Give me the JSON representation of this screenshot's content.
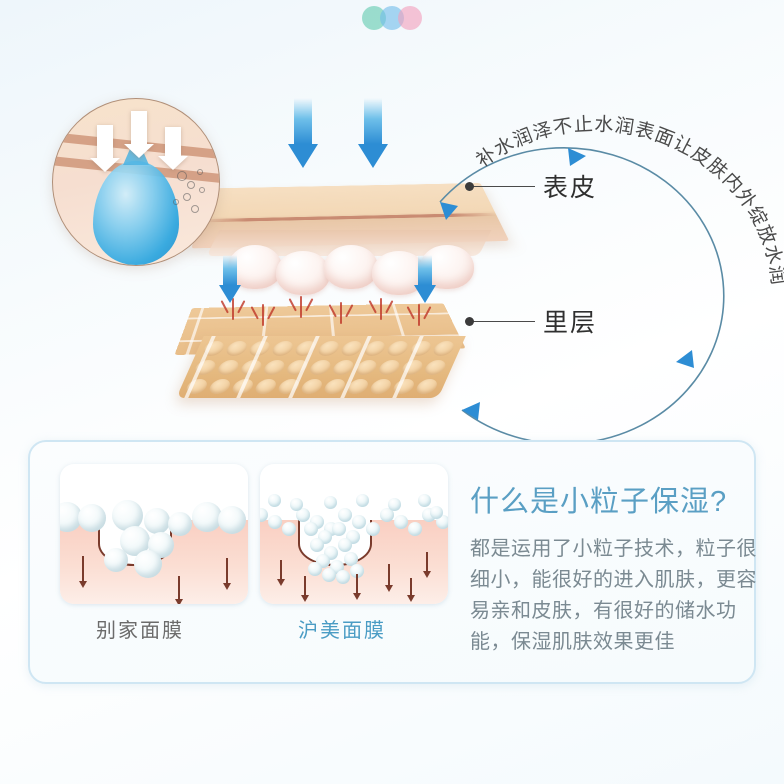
{
  "theme": {
    "accent_blue": "#2d8dd4",
    "soft_blue": "#5a9fc4",
    "body_gray": "#7b8a92",
    "label_dark": "#2f2f2f",
    "card_border": "#cfe6f3",
    "dot_green": "#63ccb0",
    "dot_blue": "#72bdea",
    "dot_pink": "#f2a0bd",
    "skin_beige": "#f3d8b6",
    "dermis_orange": "#e8bd88",
    "capillary_red": "#c0392b",
    "pore_outline": "#7a3b2c"
  },
  "top_dots": [
    {
      "name": "dot-green",
      "color": "#63ccb0"
    },
    {
      "name": "dot-blue",
      "color": "#72bdea"
    },
    {
      "name": "dot-pink",
      "color": "#f2a0bd"
    }
  ],
  "hero": {
    "arc_text": "补水润泽不止水润表面让皮肤内外绽放水润",
    "labels": [
      {
        "id": "epidermis",
        "text": "表皮"
      },
      {
        "id": "inner-layer",
        "text": "里层"
      }
    ],
    "magnifier": {
      "icon": "water-droplet-icon",
      "description": ""
    }
  },
  "card": {
    "panels": [
      {
        "id": "other-brand",
        "caption": "别家面膜",
        "caption_color": "#6b6b6b",
        "particle_size": "large"
      },
      {
        "id": "humei-brand",
        "caption": "沪美面膜",
        "caption_color": "#4a9cc4",
        "particle_size": "small"
      }
    ],
    "headline": "什么是小粒子保湿?",
    "body": "都是运用了小粒子技术，粒子很细小，能很好的进入肌肤，更容易亲和皮肤，有很好的储水功能，保湿肌肤效果更佳"
  }
}
